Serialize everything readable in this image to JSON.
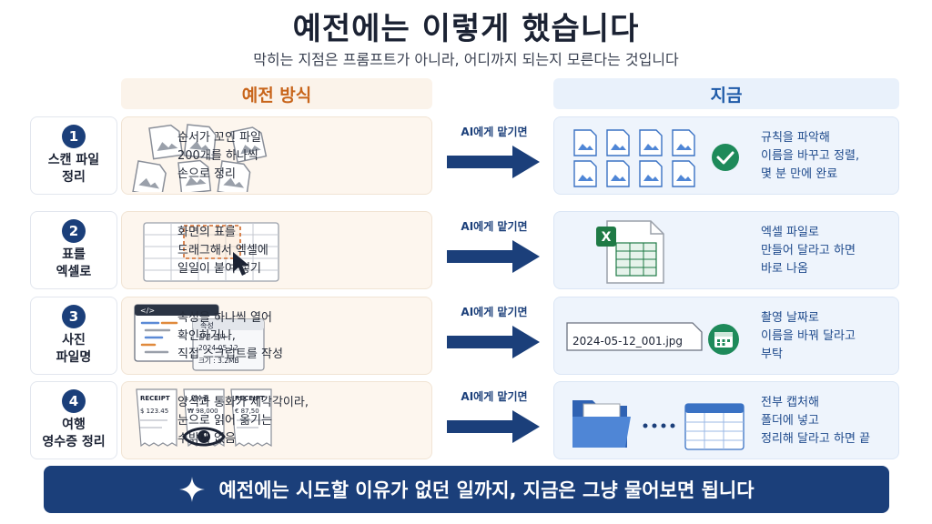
{
  "title": "예전에는 이렇게 했습니다",
  "subtitle": "막히는 지점은 프롬프트가 아니라, 어디까지 되는지 모른다는 것입니다",
  "columns": {
    "old": "예전 방식",
    "now": "지금"
  },
  "arrow_label": "AI에게 맡기면",
  "rows": [
    {
      "number": "1",
      "title": "스캔 파일\n정리",
      "old_text": "순서가 꼬인 파일\n200개를 하나씩\n손으로 정리",
      "new_text": "규칙을 파악해\n이름을 바꾸고 정렬,\n몇 분 만에 완료"
    },
    {
      "number": "2",
      "title": "표를\n엑셀로",
      "old_text": "화면의 표를\n드래그해서 엑셀에\n일일이 붙여 넣기",
      "new_text": "엑셀 파일로\n만들어 달라고 하면\n바로 나옴"
    },
    {
      "number": "3",
      "title": "사진\n파일명",
      "old_text": "속성을 하나씩 열어\n확인하거나,\n직접 스크립트를 작성",
      "new_text": "촬영 날짜로\n이름을 바꿔 달라고\n부탁",
      "properties_panel": {
        "code_tag": "</>",
        "header": "속성",
        "date_label": "촬영 날짜 :",
        "date_value": "2024-05-12",
        "size": "크기 : 3.2MB"
      },
      "new_filename": "2024-05-12_001.jpg"
    },
    {
      "number": "4",
      "title": "여행\n영수증 정리",
      "old_text": "양식과 통화가 제각각이라,\n눈으로 읽어 옮기는\n수밖에 없음",
      "new_text": "전부 캡처해\n폴더에 넣고\n정리해 달라고 하면 끝",
      "receipts": [
        {
          "header": "RECEIPT",
          "amount": "$ 123.45"
        },
        {
          "header": "영수증",
          "amount": "₩ 98,000"
        },
        {
          "header": "RECEIPT",
          "amount": "€ 87,50"
        }
      ]
    }
  ],
  "footer": "예전에는 시도할 이유가 없던 일까지, 지금은 그냥 물어보면 됩니다",
  "icons": {
    "row1_old": "scattered-image-files-icon",
    "row1_new": "sorted-image-files-check-icon",
    "row2_old": "table-selection-cursor-icon",
    "row2_new": "excel-file-icon",
    "row3_old": "code-window-properties-icon",
    "row3_new": "calendar-icon",
    "row4_old": "receipts-eye-icon",
    "row4_new": "folder-to-table-icon",
    "footer": "sparkle-icon"
  },
  "colors": {
    "navy": "#1b3f7a",
    "orange": "#c8651b",
    "blue": "#1e5aa8",
    "green": "#1e8a5a",
    "excel_green": "#1f7a45"
  }
}
